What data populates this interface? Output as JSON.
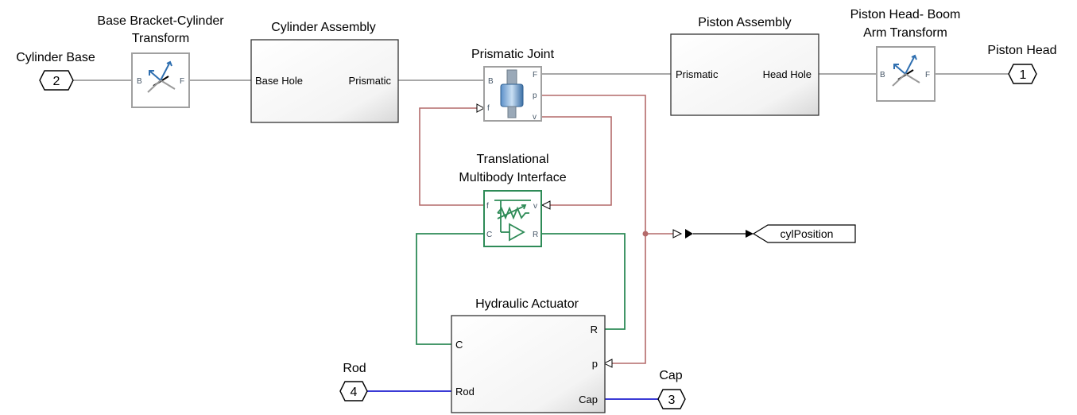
{
  "blocks": {
    "base_transform": {
      "title_line1": "Base Bracket-Cylinder",
      "title_line2": "Transform",
      "port_b": "B",
      "port_f": "F"
    },
    "cylinder_assembly": {
      "title": "Cylinder Assembly",
      "port_left": "Base Hole",
      "port_right": "Prismatic"
    },
    "prismatic_joint": {
      "title": "Prismatic  Joint",
      "port_b": "B",
      "port_f_top": "F",
      "port_p": "p",
      "port_f_left": "f",
      "port_v": "v"
    },
    "piston_assembly": {
      "title": "Piston Assembly",
      "port_left": "Prismatic",
      "port_right": "Head Hole"
    },
    "piston_transform": {
      "title_line1": "Piston Head- Boom",
      "title_line2": "Arm Transform",
      "port_b": "B",
      "port_f": "F"
    },
    "translational_interface": {
      "title_line1": "Translational",
      "title_line2": "Multibody Interface",
      "port_f": "f",
      "port_v": "v",
      "port_c": "C",
      "port_r": "R"
    },
    "hydraulic_actuator": {
      "title": "Hydraulic Actuator",
      "port_c": "C",
      "port_r": "R",
      "port_p": "p",
      "port_rod": "Rod",
      "port_cap": "Cap"
    }
  },
  "ports": {
    "cylinder_base": {
      "label": "Cylinder Base",
      "number": "2"
    },
    "piston_head": {
      "label": "Piston Head",
      "number": "1"
    },
    "rod": {
      "label": "Rod",
      "number": "4"
    },
    "cap": {
      "label": "Cap",
      "number": "3"
    }
  },
  "goto": {
    "tag": "cylPosition"
  },
  "colors": {
    "mechanical": "#8c8c8c",
    "signal": "#b46a6a",
    "hydraulic": "#2e8b57",
    "isothermal": "#1f1fd0",
    "frame_icon": "#2f6fb0"
  }
}
